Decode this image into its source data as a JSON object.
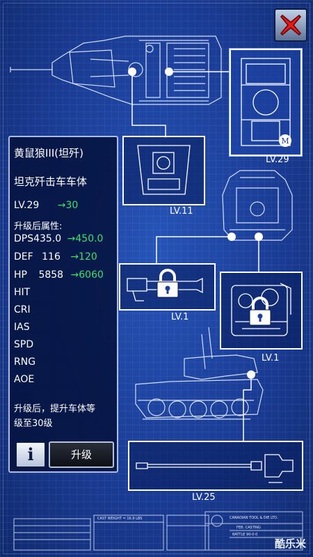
{
  "window": {
    "close_icon": "close-x-icon"
  },
  "panel": {
    "unit_name": "黄鼠狼III(坦歼)",
    "part_name": "坦克歼击车车体",
    "level_label": "LV.29",
    "level_next": "→30",
    "after_upgrade_label": "升级后属性:",
    "stats": [
      {
        "name": "DPS",
        "value": "435.0",
        "next": "→450.0",
        "active": true
      },
      {
        "name": "DEF",
        "value": "116",
        "next": "→120",
        "active": true
      },
      {
        "name": "HP",
        "value": "5858",
        "next": "→6060",
        "active": true
      },
      {
        "name": "HIT",
        "active": false
      },
      {
        "name": "CRI",
        "active": false
      },
      {
        "name": "IAS",
        "active": false
      },
      {
        "name": "SPD",
        "active": false
      },
      {
        "name": "RNG",
        "active": false
      },
      {
        "name": "AOE",
        "active": false
      }
    ],
    "description": [
      "升级后，提升车体等",
      "级至30级"
    ],
    "info_label": "i",
    "upgrade_label": "升级"
  },
  "parts": [
    {
      "id": "hull",
      "level": "LV.29",
      "selected": true,
      "locked": false
    },
    {
      "id": "turret",
      "level": "LV.11",
      "selected": false,
      "locked": false
    },
    {
      "id": "sight",
      "level": "LV.1",
      "selected": false,
      "locked": true
    },
    {
      "id": "engine",
      "level": "LV.1",
      "selected": false,
      "locked": true
    },
    {
      "id": "gun",
      "level": "LV.25",
      "selected": false,
      "locked": false
    }
  ],
  "title_block": {
    "company": "CANADIAN TOOL & DIE LTD.",
    "cast_weight": "CAST WEIGHT = 16.9 LBS",
    "casting": "FEB. CASTING",
    "drawing": "BATTLE 90-0-0"
  },
  "watermark": "酷乐米"
}
